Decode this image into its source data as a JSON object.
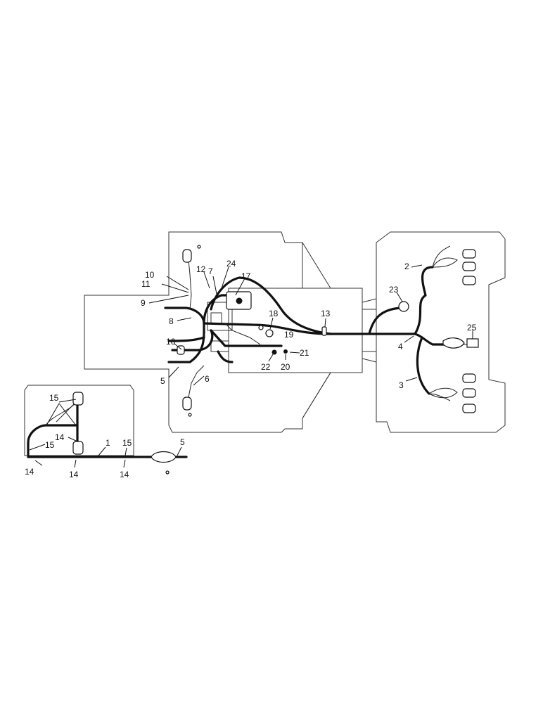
{
  "figure": {
    "callouts": [
      {
        "id": "c1",
        "text": "1"
      },
      {
        "id": "c2",
        "text": "2"
      },
      {
        "id": "c3",
        "text": "3"
      },
      {
        "id": "c4",
        "text": "4"
      },
      {
        "id": "c5a",
        "text": "5"
      },
      {
        "id": "c5b",
        "text": "5"
      },
      {
        "id": "c6",
        "text": "6"
      },
      {
        "id": "c7",
        "text": "7"
      },
      {
        "id": "c8",
        "text": "8"
      },
      {
        "id": "c9",
        "text": "9"
      },
      {
        "id": "c10",
        "text": "10"
      },
      {
        "id": "c11",
        "text": "11"
      },
      {
        "id": "c12",
        "text": "12"
      },
      {
        "id": "c13",
        "text": "13"
      },
      {
        "id": "c14a",
        "text": "14"
      },
      {
        "id": "c14b",
        "text": "14"
      },
      {
        "id": "c14c",
        "text": "14"
      },
      {
        "id": "c14d",
        "text": "14"
      },
      {
        "id": "c15a",
        "text": "15"
      },
      {
        "id": "c15b",
        "text": "15"
      },
      {
        "id": "c15c",
        "text": "15"
      },
      {
        "id": "c16",
        "text": "16"
      },
      {
        "id": "c17",
        "text": "17"
      },
      {
        "id": "c18",
        "text": "18"
      },
      {
        "id": "c19",
        "text": "19"
      },
      {
        "id": "c20",
        "text": "20"
      },
      {
        "id": "c21",
        "text": "21"
      },
      {
        "id": "c22",
        "text": "22"
      },
      {
        "id": "c23",
        "text": "23"
      },
      {
        "id": "c24",
        "text": "24"
      },
      {
        "id": "c25",
        "text": "25"
      }
    ]
  }
}
